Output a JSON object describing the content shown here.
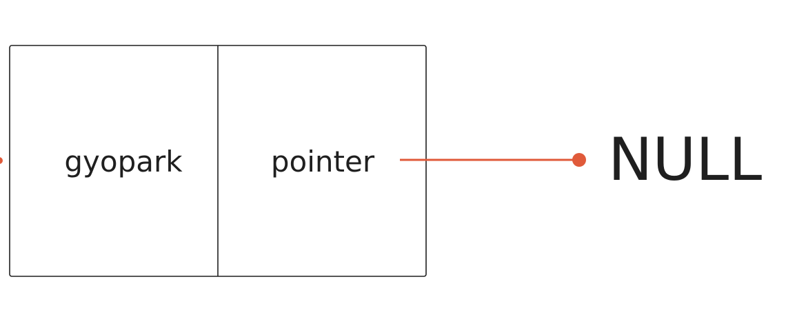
{
  "node": {
    "data_label": "gyopark",
    "pointer_label": "pointer"
  },
  "terminal": {
    "label": "NULL"
  },
  "colors": {
    "stroke": "#1f1f1f",
    "arrow": "#e05a3a",
    "text": "#1f1f1f",
    "background": "#ffffff"
  }
}
